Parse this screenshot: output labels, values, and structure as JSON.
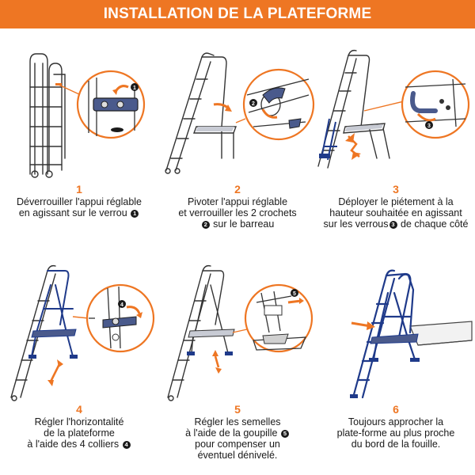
{
  "banner": {
    "title": "INSTALLATION DE LA PLATEFORME"
  },
  "colors": {
    "accent": "#ee7623",
    "frame": "#1f3a8a",
    "outline": "#333333"
  },
  "steps": [
    {
      "number": "1",
      "lines": [
        "Déverrouiller l'appui réglable",
        "en agissant sur le verrou"
      ],
      "marker": "1"
    },
    {
      "number": "2",
      "lines": [
        "Pivoter l'appui réglable",
        "et verrouiller les 2 crochets",
        "sur le barreau"
      ],
      "marker": "2"
    },
    {
      "number": "3",
      "lines": [
        "Déployer le piétement à la",
        "hauteur souhaitée en agissant",
        "sur les verrous",
        "de chaque côté"
      ],
      "marker": "3"
    },
    {
      "number": "4",
      "lines": [
        "Régler l'horizontalité",
        "de la plateforme",
        "à l'aide des 4 colliers"
      ],
      "marker": "4"
    },
    {
      "number": "5",
      "lines": [
        "Régler les semelles",
        "à l'aide de la goupille",
        "pour compenser un",
        "éventuel dénivelé."
      ],
      "marker": "5"
    },
    {
      "number": "6",
      "lines": [
        "Toujours approcher la",
        "plate-forme au plus proche",
        "du bord de la fouille."
      ]
    }
  ]
}
